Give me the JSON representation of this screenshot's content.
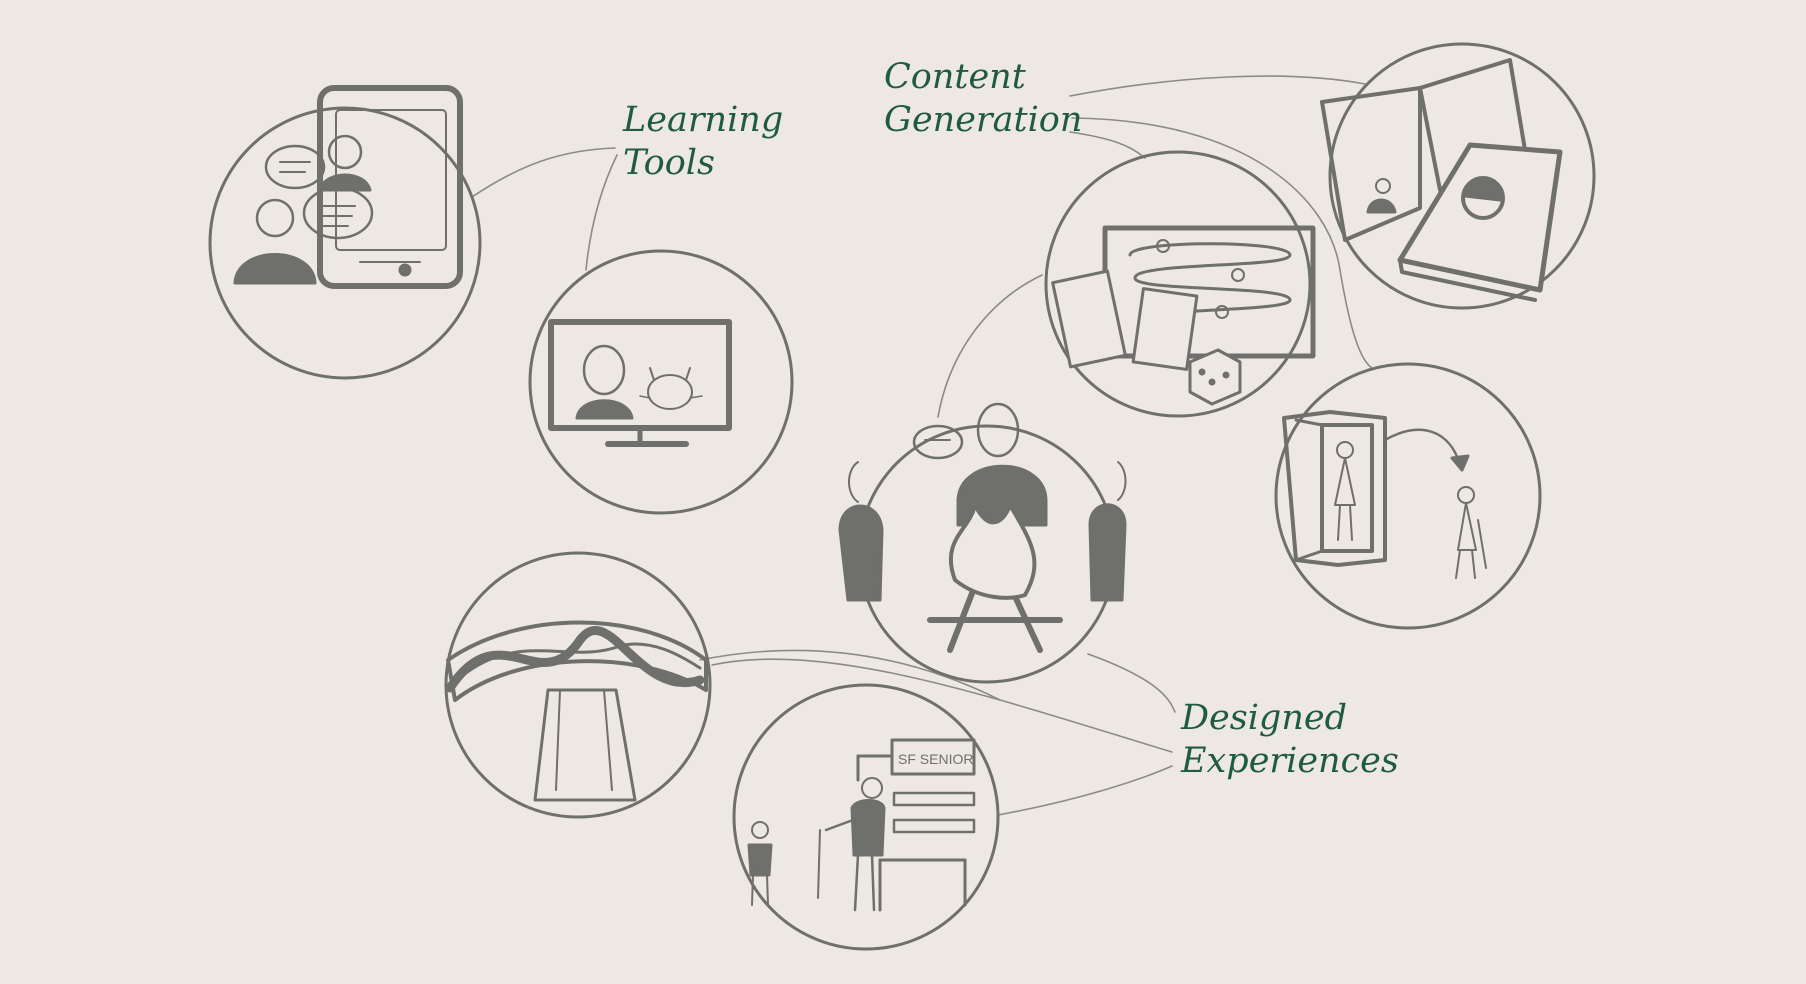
{
  "labels": {
    "learning_tools": {
      "line1": "Learning",
      "line2": "Tools"
    },
    "content_generation": {
      "line1": "Content",
      "line2": "Generation"
    },
    "designed_experiences": {
      "line1": "Designed",
      "line2": "Experiences"
    }
  },
  "sketch_text": {
    "sign": "SF SENIOR"
  },
  "colors": {
    "background": "#eee8e3",
    "sketch": "#6f6f6b",
    "label": "#1f5a43"
  }
}
